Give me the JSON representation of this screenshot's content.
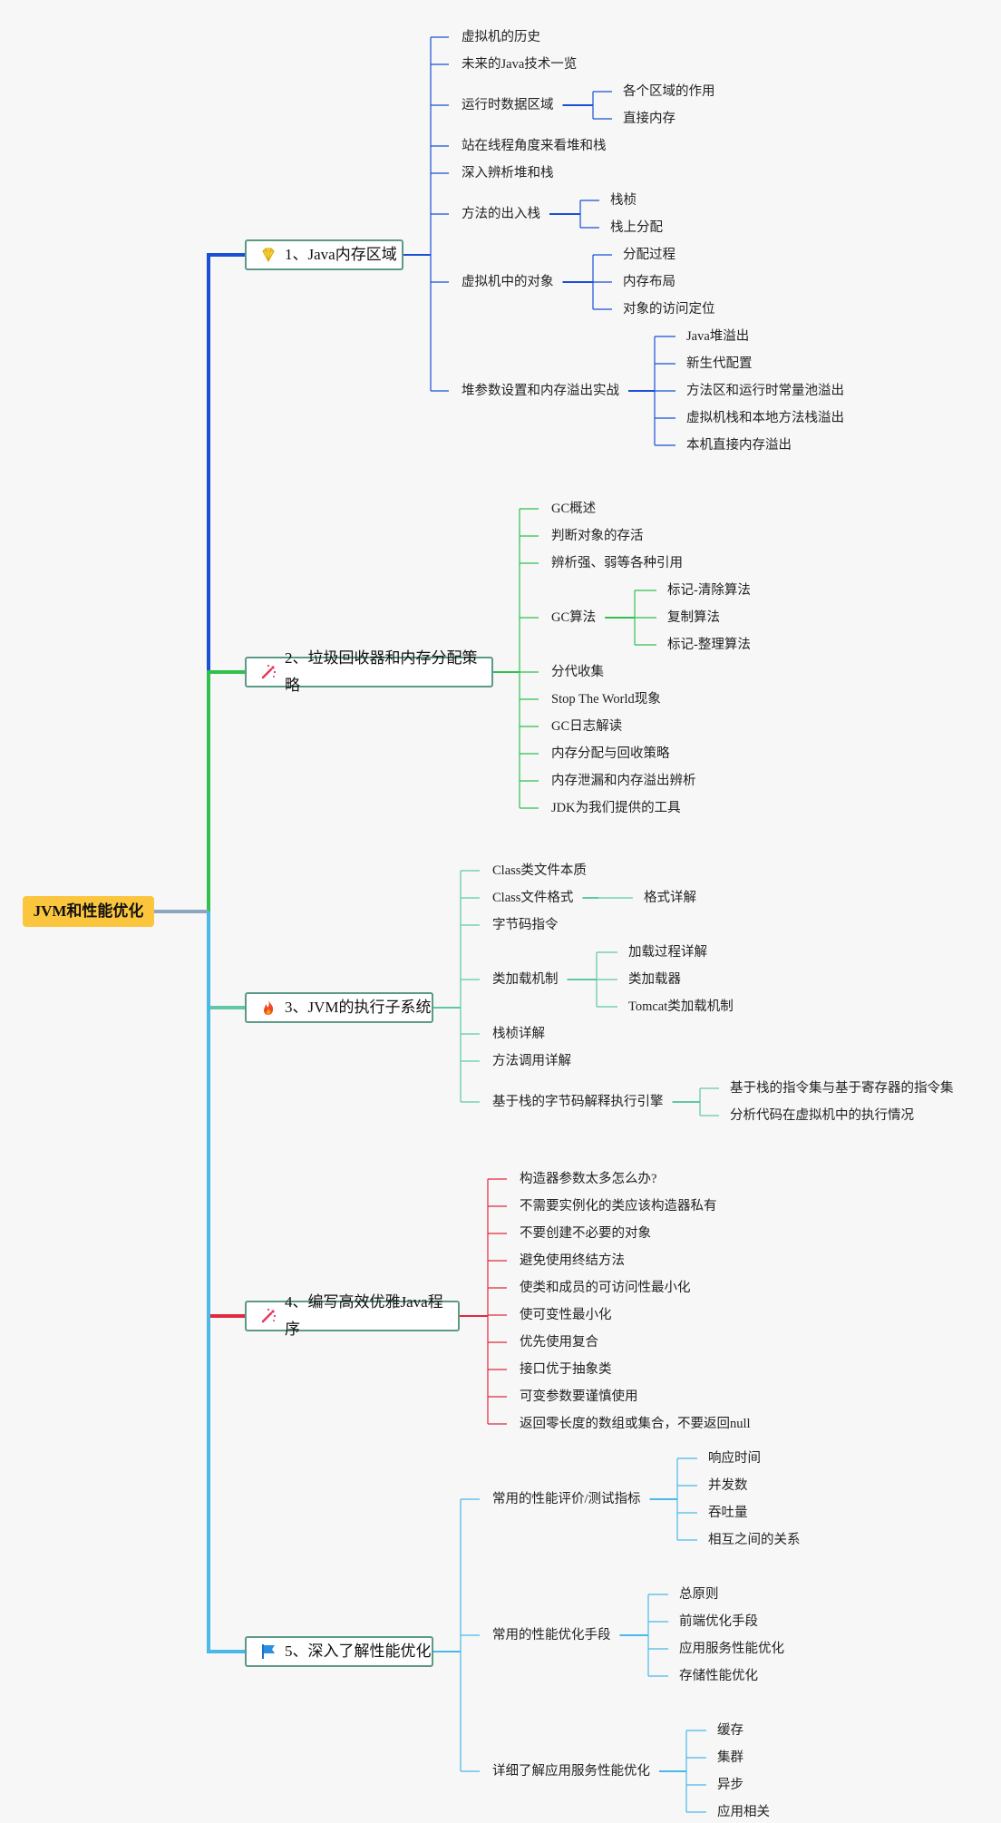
{
  "root": "JVM和性能优化",
  "colors": {
    "b1": "#1a4fd6",
    "b2": "#30c04e",
    "b3": "#5ec8a8",
    "b4": "#e02a3e",
    "b5": "#4ab8e8",
    "rootWire": "#8aa6c1",
    "boxBorder": "#5b9a86",
    "rootFill": "#fcc53e"
  },
  "branches": [
    {
      "label": "1、Java内存区域",
      "icon": "diamond-icon",
      "items": [
        {
          "label": "虚拟机的历史"
        },
        {
          "label": "未来的Java技术一览"
        },
        {
          "label": "运行时数据区域",
          "children": [
            "各个区域的作用",
            "直接内存"
          ]
        },
        {
          "label": "站在线程角度来看堆和栈"
        },
        {
          "label": "深入辨析堆和栈"
        },
        {
          "label": "方法的出入栈",
          "children": [
            "栈桢",
            "栈上分配"
          ]
        },
        {
          "label": "虚拟机中的对象",
          "children": [
            "分配过程",
            "内存布局",
            "对象的访问定位"
          ]
        },
        {
          "label": "堆参数设置和内存溢出实战",
          "children": [
            "Java堆溢出",
            "新生代配置",
            "方法区和运行时常量池溢出",
            "虚拟机栈和本地方法栈溢出",
            "本机直接内存溢出"
          ]
        }
      ]
    },
    {
      "label": "2、垃圾回收器和内存分配策略",
      "icon": "magic-wand-icon",
      "items": [
        {
          "label": "GC概述"
        },
        {
          "label": "判断对象的存活"
        },
        {
          "label": "辨析强、弱等各种引用"
        },
        {
          "label": "GC算法",
          "children": [
            "标记-清除算法",
            "复制算法",
            "标记-整理算法"
          ]
        },
        {
          "label": "分代收集"
        },
        {
          "label": "Stop The World现象"
        },
        {
          "label": "GC日志解读"
        },
        {
          "label": "内存分配与回收策略"
        },
        {
          "label": "内存泄漏和内存溢出辨析"
        },
        {
          "label": "JDK为我们提供的工具"
        }
      ]
    },
    {
      "label": "3、JVM的执行子系统",
      "icon": "fire-icon",
      "items": [
        {
          "label": "Class类文件本质"
        },
        {
          "label": "Class文件格式",
          "children": [
            "格式详解"
          ]
        },
        {
          "label": "字节码指令"
        },
        {
          "label": "类加载机制",
          "children": [
            "加载过程详解",
            "类加载器",
            "Tomcat类加载机制"
          ]
        },
        {
          "label": "栈桢详解"
        },
        {
          "label": "方法调用详解"
        },
        {
          "label": "基于栈的字节码解释执行引擎",
          "children": [
            "基于栈的指令集与基于寄存器的指令集",
            "分析代码在虚拟机中的执行情况"
          ]
        }
      ]
    },
    {
      "label": "4、编写高效优雅Java程序",
      "icon": "magic-wand-icon",
      "items": [
        {
          "label": "构造器参数太多怎么办?"
        },
        {
          "label": "不需要实例化的类应该构造器私有"
        },
        {
          "label": "不要创建不必要的对象"
        },
        {
          "label": "避免使用终结方法"
        },
        {
          "label": "使类和成员的可访问性最小化"
        },
        {
          "label": "使可变性最小化"
        },
        {
          "label": "优先使用复合"
        },
        {
          "label": "接口优于抽象类"
        },
        {
          "label": "可变参数要谨慎使用"
        },
        {
          "label": "返回零长度的数组或集合，不要返回null"
        }
      ]
    },
    {
      "label": "5、深入了解性能优化",
      "icon": "flag-icon",
      "items": [
        {
          "label": "常用的性能评价/测试指标",
          "children": [
            "响应时间",
            "并发数",
            "吞吐量",
            "相互之间的关系"
          ]
        },
        {
          "label": "常用的性能优化手段",
          "children": [
            "总原则",
            "前端优化手段",
            "应用服务性能优化",
            "存储性能优化"
          ]
        },
        {
          "label": "详细了解应用服务性能优化",
          "children": [
            "缓存",
            "集群",
            "异步",
            "应用相关"
          ]
        }
      ]
    }
  ]
}
